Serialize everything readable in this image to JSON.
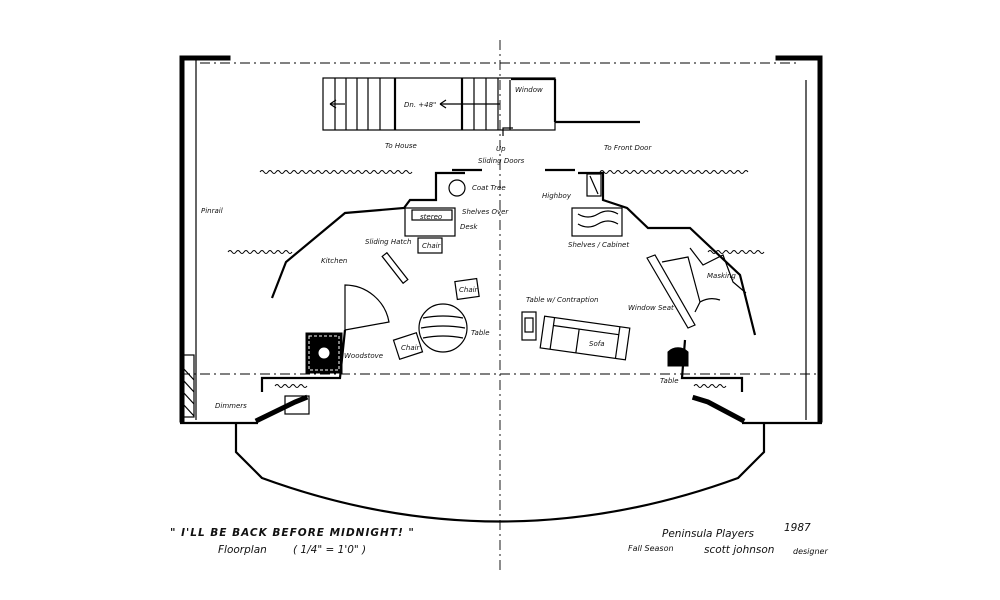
{
  "title_block": {
    "show_title": "\" I'LL BE BACK BEFORE MIDNIGHT! \"",
    "subtitle": "Floorplan",
    "scale": "( 1/4\" = 1'0\" )",
    "company": "Peninsula Players",
    "year": "1987",
    "season": "Fall Season",
    "designer_signature": "scott johnson",
    "designer_role": "designer"
  },
  "labels": {
    "window": "Window",
    "stair_down": "Dn. +48\"",
    "to_house": "To House",
    "up": "Up",
    "to_front_door": "To Front Door",
    "sliding_doors": "Sliding Doors",
    "coat_tree": "Coat Tree",
    "highboy": "Highboy",
    "pinrail": "Pinrail",
    "stereo": "stereo",
    "shelves_over": "Shelves Over",
    "desk": "Desk",
    "chair_desk": "Chair",
    "shelves_cabinet": "Shelves / Cabinet",
    "sliding_hatch": "Sliding Hatch",
    "kitchen": "Kitchen",
    "masking": "Masking",
    "chair_right": "Chair",
    "table_contraption": "Table w/ Contraption",
    "window_seat": "Window Seat",
    "sofa": "Sofa",
    "table_round": "Table",
    "chair_left": "Chair",
    "woodstove": "Woodstove",
    "table_right": "Table",
    "dimmers": "Dimmers"
  }
}
